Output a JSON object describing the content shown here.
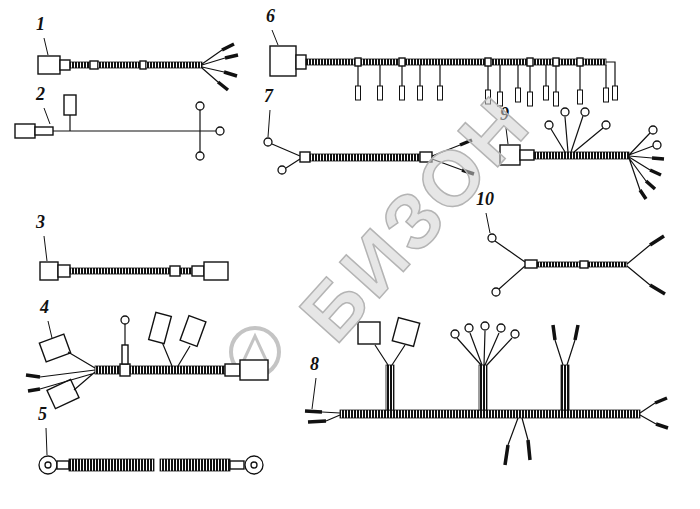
{
  "diagram": {
    "labels": [
      "1",
      "2",
      "3",
      "4",
      "5",
      "6",
      "7",
      "8",
      "9",
      "10",
      "БИЗОН"
    ]
  }
}
